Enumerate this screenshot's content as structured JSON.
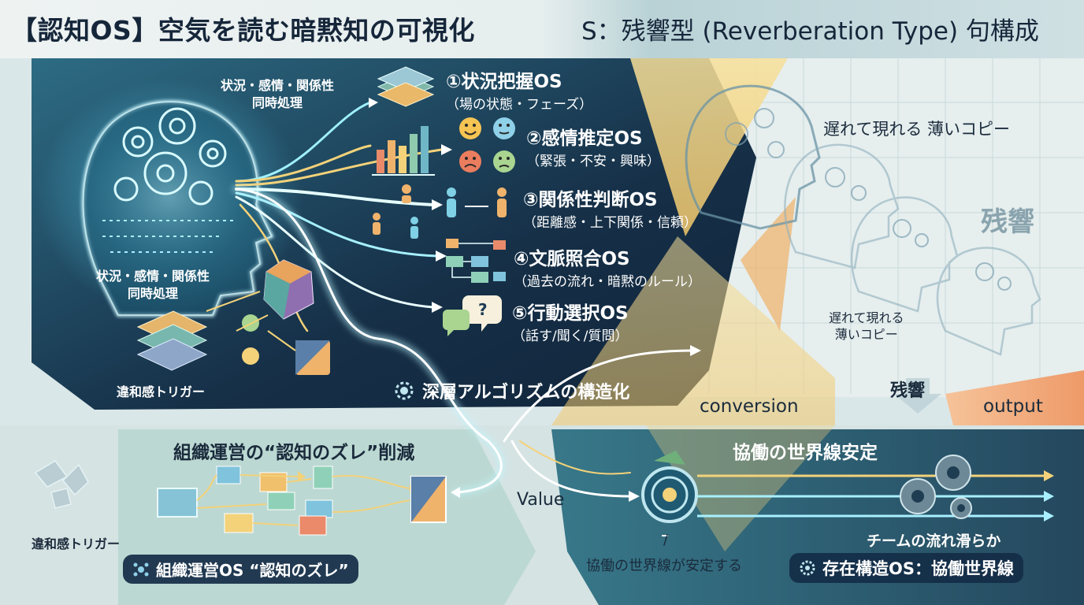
{
  "header": {
    "title": "【認知OS】空気を読む暗黙知の可視化",
    "subtitle": "S：残響型 (Reverberation Type) 句構成"
  },
  "left_panel": {
    "top_caption": [
      "状況・感情・関係性",
      "同時処理"
    ],
    "mid_caption": [
      "状況・感情・関係性",
      "同時処理"
    ],
    "trigger_label": "違和感トリガー"
  },
  "os_list": [
    {
      "title": "①状況把握OS",
      "sub": "（場の状態・フェーズ）"
    },
    {
      "title": "②感情推定OS",
      "sub": "（緊張・不安・興味）"
    },
    {
      "title": "③関係性判断OS",
      "sub": "（距離感・上下関係・信頼）"
    },
    {
      "title": "④文脈照合OS",
      "sub": "（過去の流れ・暗黙のルール）"
    },
    {
      "title": "⑤行動選択OS",
      "sub": "（話す/聞く/質問）"
    }
  ],
  "deep_algorithm_label": "深層アルゴリズムの構造化",
  "right_panel": {
    "faint_copy_top": "遅れて現れる 薄いコピー",
    "reverb_big": "残響",
    "faint_copy_mid": [
      "遅れて現れる",
      "薄いコピー"
    ],
    "reverb_small": "残響",
    "conversion": "conversion",
    "output": "output"
  },
  "bottom_left": {
    "title": "組織運営の“認知のズレ”削減",
    "trigger_label": "違和感トリガー",
    "pill_label": "組織運営OS “認知のズレ”"
  },
  "center": {
    "value_label": "Value",
    "slash": "/",
    "stable_caption": "協働の世界線が安定する"
  },
  "bottom_right": {
    "title": "協働の世界線安定",
    "team_flow": "チームの流れ滑らか",
    "pill_label": "存在構造OS：協働世界線"
  },
  "colors": {
    "dark_navy": "#14283e",
    "teal": "#2c6f82",
    "glow": "#bff7ff",
    "yellow": "#f3d27a",
    "orange": "#f0a070",
    "green": "#9bd9a8"
  },
  "icons": [
    "brain-head-icon",
    "gear-icon",
    "layers-icon",
    "bar-chart-icon",
    "emoji-face-icon",
    "people-icon",
    "flowchart-icon",
    "speech-bubble-icon",
    "polyhedron-icon",
    "puzzle-icon",
    "target-dial-icon",
    "map-icon"
  ]
}
